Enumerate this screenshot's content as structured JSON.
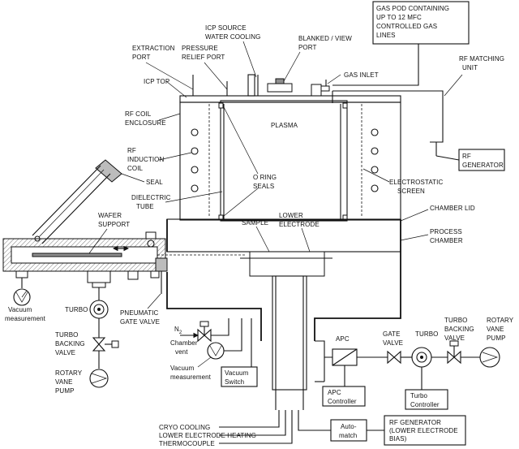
{
  "labels": {
    "gas_pod": [
      "GAS POD CONTAINING",
      "UP TO 12 MFC",
      "CONTROLLED GAS",
      "LINES"
    ],
    "icp_source_water": [
      "ICP SOURCE",
      "WATER COOLING"
    ],
    "extraction_port": [
      "EXTRACTION",
      "PORT"
    ],
    "pressure_relief": [
      "PRESSURE",
      "RELIEF PORT"
    ],
    "blanked_view": [
      "BLANKED / VIEW",
      "PORT"
    ],
    "gas_inlet": "GAS INLET",
    "rf_matching_unit": [
      "RF MATCHING",
      "UNIT"
    ],
    "icp_top": "ICP TOP",
    "rf_coil_enclosure": [
      "RF COIL",
      "ENCLOSURE"
    ],
    "plasma": "PLASMA",
    "rf_generator": [
      "RF",
      "GENERATOR"
    ],
    "rf_induction_coil": [
      "RF",
      "INDUCTION",
      "COIL"
    ],
    "o_ring_seals": [
      "O RING",
      "SEALS"
    ],
    "seal": "SEAL",
    "electrostatic_screen": [
      "ELECTROSTATIC",
      "SCREEN"
    ],
    "dielectric_tube": [
      "DIELECTRIC",
      "TUBE"
    ],
    "wafer_support": [
      "WAFER",
      "SUPPORT"
    ],
    "sample": "SAMPLE",
    "lower_electrode": [
      "LOWER",
      "ELECTRODE"
    ],
    "chamber_lid": "CHAMBER LID",
    "process_chamber": [
      "PROCESS",
      "CHAMBER"
    ],
    "vacuum_measurement_left": [
      "Vacuum",
      "measurement"
    ],
    "turbo_left": "TURBO",
    "pneumatic_gate_valve": [
      "PNEUMATIC",
      "GATE VALVE"
    ],
    "turbo_backing_valve_left": [
      "TURBO",
      "BACKING",
      "VALVE"
    ],
    "n2": "N",
    "n2_sub": "2",
    "chamber_vent": [
      "Chamber",
      "vent"
    ],
    "apc": "APC",
    "gate_valve": [
      "GATE",
      "VALVE"
    ],
    "turbo_right": "TURBO",
    "turbo_backing_valve_right": [
      "TURBO",
      "BACKING",
      "VALVE"
    ],
    "rotary_vane_pump_right": [
      "ROTARY",
      "VANE",
      "PUMP"
    ],
    "rotary_vane_pump_left": [
      "ROTARY",
      "VANE",
      "PUMP"
    ],
    "vacuum_measurement_center": [
      "Vacuum",
      "measurement"
    ],
    "vacuum_switch": [
      "Vacuum",
      "Switch"
    ],
    "apc_controller": [
      "APC",
      "Controller"
    ],
    "turbo_controller": [
      "Turbo",
      "Controller"
    ],
    "cryo_cooling": "CRYO COOLING",
    "lower_electrode_heating": "LOWER ELECTRODE HEATING",
    "thermocouple": "THERMOCOUPLE",
    "automatch": [
      "Auto-",
      "match"
    ],
    "rf_generator_lower": [
      "RF GENERATOR",
      "(LOWER ELECTRODE",
      "BIAS)"
    ]
  },
  "icons": {
    "valve": "bowtie-valve-icon",
    "gauge": "vacuum-gauge-icon",
    "turbo": "turbo-pump-icon",
    "pump": "rotary-pump-icon"
  },
  "colors": {
    "line": "#111111",
    "hatch": "#bcbcbc",
    "dark_fill": "#8f8f8f",
    "background": "#ffffff"
  }
}
